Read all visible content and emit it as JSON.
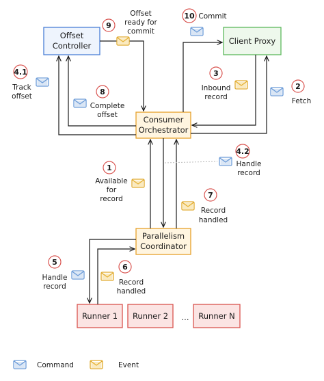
{
  "colors": {
    "blue_box_stroke": "#4a7fd6",
    "blue_box_fill": "#eef4fd",
    "green_box_stroke": "#5cb85c",
    "green_box_fill": "#eef8ec",
    "orange_box_stroke": "#e6a12b",
    "orange_box_fill": "#fff5e0",
    "red_box_stroke": "#d9534f",
    "red_box_fill": "#fbe4e3",
    "command_icon": "#6b9bd8",
    "event_icon": "#f0c24b",
    "badge_stroke": "#d9534f"
  },
  "nodes": {
    "offset_controller": [
      "Offset",
      "Controller"
    ],
    "client_proxy": "Client Proxy",
    "consumer_orchestrator": [
      "Consumer",
      "Orchestrator"
    ],
    "parallelism_coordinator": [
      "Parallelism",
      "Coordinator"
    ],
    "runner_1": "Runner 1",
    "runner_2": "Runner 2",
    "runner_ellipsis": "...",
    "runner_n": "Runner N"
  },
  "steps": {
    "s1": {
      "num": "1",
      "label": [
        "Available",
        "for",
        "record"
      ],
      "kind": "event"
    },
    "s2": {
      "num": "2",
      "label": [
        "Fetch"
      ],
      "kind": "command"
    },
    "s3": {
      "num": "3",
      "label": [
        "Inbound",
        "record"
      ],
      "kind": "event"
    },
    "s4_1": {
      "num": "4.1",
      "label": [
        "Track",
        "offset"
      ],
      "kind": "command"
    },
    "s4_2": {
      "num": "4.2",
      "label": [
        "Handle",
        "record"
      ],
      "kind": "command"
    },
    "s5": {
      "num": "5",
      "label": [
        "Handle",
        "record"
      ],
      "kind": "command"
    },
    "s6": {
      "num": "6",
      "label": [
        "Record",
        "handled"
      ],
      "kind": "event"
    },
    "s7": {
      "num": "7",
      "label": [
        "Record",
        "handled"
      ],
      "kind": "event"
    },
    "s8": {
      "num": "8",
      "label": [
        "Complete",
        "offset"
      ],
      "kind": "command"
    },
    "s9": {
      "num": "9",
      "label": [
        "Offset",
        "ready for",
        "commit"
      ],
      "kind": "event"
    },
    "s10": {
      "num": "10",
      "label": [
        "Commit"
      ],
      "kind": "command"
    }
  },
  "legend": {
    "command": "Command",
    "event": "Event"
  }
}
